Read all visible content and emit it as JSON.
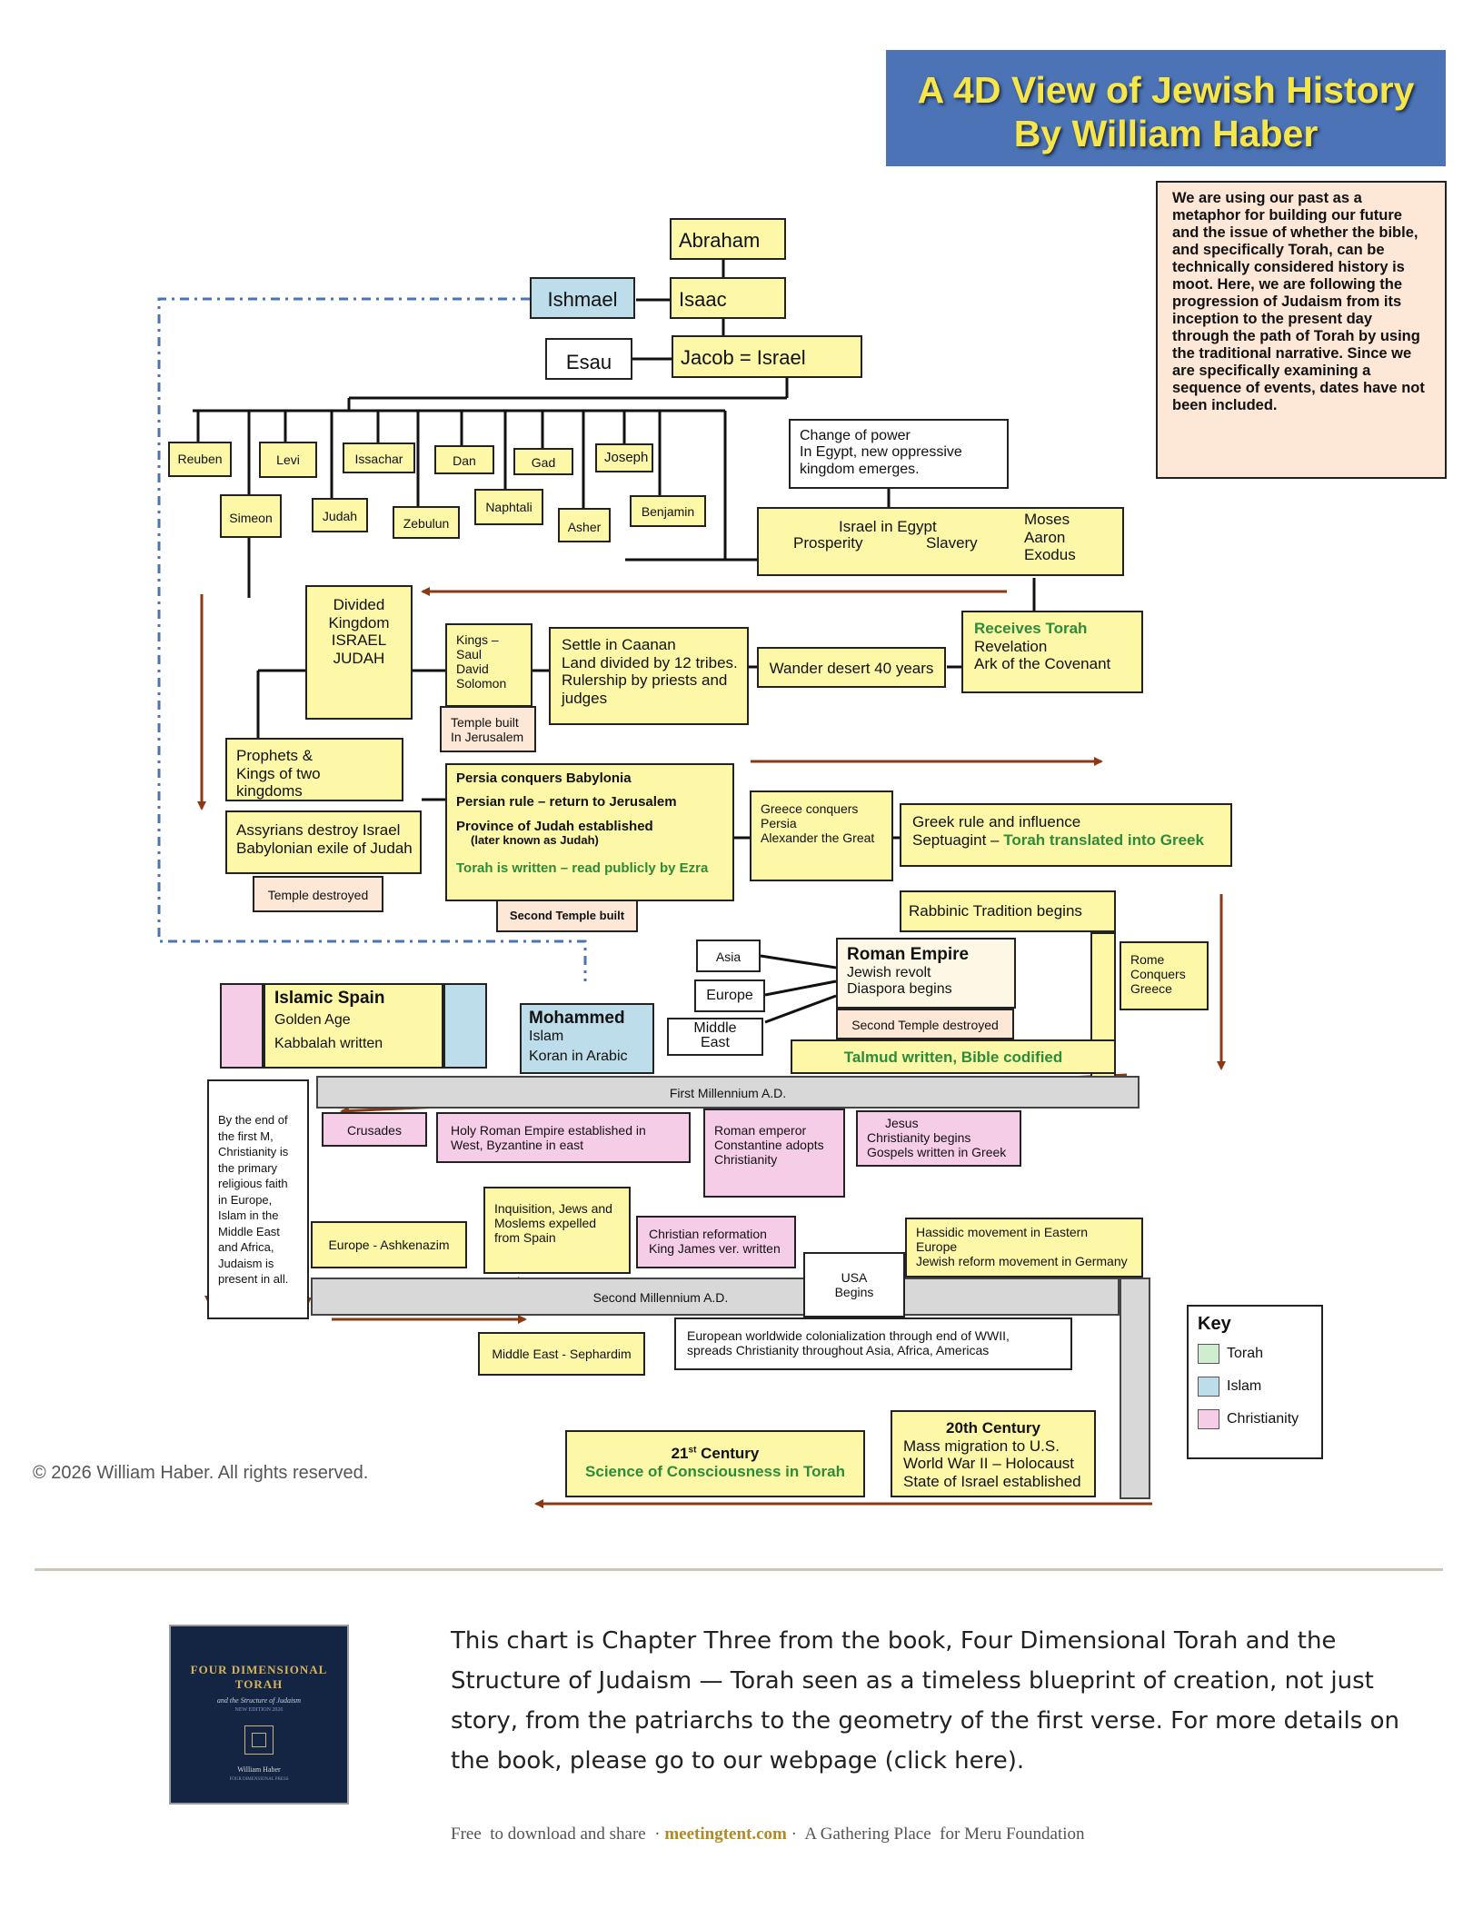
{
  "title": {
    "line1": "A 4D View of Jewish History",
    "line2": "By William Haber"
  },
  "intro_note": "We are using our past as a metaphor for building our future and the issue of whether the bible, and specifically Torah, can be technically considered history is moot. Here, we are following the progression of Judaism from its inception to the present day through the path of Torah by using the traditional narrative. Since we are specifically examining a sequence of events, dates have not been included.",
  "patriarchs": {
    "abraham": "Abraham",
    "ishmael": "Ishmael",
    "isaac": "Isaac",
    "esau": "Esau",
    "jacob": "Jacob = Israel"
  },
  "tribes": {
    "reuben": "Reuben",
    "levi": "Levi",
    "issachar": "Issachar",
    "dan": "Dan",
    "gad": "Gad",
    "joseph": "Joseph",
    "simeon": "Simeon",
    "judah": "Judah",
    "zebulun": "Zebulun",
    "naphtali": "Naphtali",
    "asher": "Asher",
    "benjamin": "Benjamin"
  },
  "egypt": {
    "change": [
      "Change of power",
      "In Egypt, new oppressive",
      "kingdom emerges."
    ],
    "israel_in_egypt": "Israel in Egypt",
    "prosperity": "Prosperity",
    "slavery": "Slavery",
    "moses": [
      "Moses",
      "Aaron",
      "Exodus"
    ]
  },
  "sinai": {
    "receives": "Receives Torah",
    "revelation": "Revelation",
    "ark": "Ark of the Covenant"
  },
  "wander": "Wander desert 40 years",
  "settle": [
    "Settle in Caanan",
    "Land divided by 12 tribes.",
    "Rulership by priests and",
    "judges"
  ],
  "kings": [
    "Kings –",
    "Saul",
    "David",
    "Solomon"
  ],
  "temple_built": [
    "Temple built",
    "In Jerusalem"
  ],
  "divided": [
    "Divided",
    "Kingdom",
    "",
    "ISRAEL",
    "",
    "JUDAH"
  ],
  "prophets": [
    "Prophets &",
    "Kings of two",
    "kingdoms"
  ],
  "assyrians": [
    "Assyrians destroy Israel",
    "Babylonian exile of Judah"
  ],
  "temple_destroyed": "Temple destroyed",
  "persia": {
    "line1": "Persia conquers Babylonia",
    "line2": "Persian rule – return to Jerusalem",
    "line3": "Province of Judah established",
    "line4": "(later known as Judah)",
    "line5": "Torah is written – read publicly by Ezra"
  },
  "second_temple_built": "Second Temple built",
  "greece_conquers": [
    "Greece conquers",
    "Persia",
    "Alexander the Great"
  ],
  "greek_rule": {
    "line1": "Greek rule and influence",
    "line2_prefix": "Septuagint – ",
    "line2_green": "Torah translated into Greek"
  },
  "rabbinic": "Rabbinic Tradition begins",
  "rome_greece": [
    "Rome",
    "Conquers",
    "Greece"
  ],
  "regions": {
    "asia": "Asia",
    "europe": "Europe",
    "middle_east": [
      "Middle",
      "East"
    ]
  },
  "roman": {
    "title": "Roman Empire",
    "line1": "Jewish revolt",
    "line2": "Diaspora begins"
  },
  "second_temple_destroyed": "Second Temple destroyed",
  "talmud": "Talmud written, Bible codified",
  "islamic_spain": {
    "title": "Islamic Spain",
    "line1": "Golden Age",
    "line2": "Kabbalah written"
  },
  "mohammed": {
    "title": "Mohammed",
    "line1": "Islam",
    "line2": "Koran in Arabic"
  },
  "first_millennium": "First Millennium A.D.",
  "second_millennium": "Second Millennium A.D.",
  "by_end": "By the end of the first M, Christianity is the primary religious faith in Europe, Islam in the Middle East and Africa, Judaism is present in all.",
  "crusades": "Crusades",
  "holy_roman": [
    "Holy Roman Empire established in",
    "West, Byzantine in east"
  ],
  "constantine": [
    "Roman emperor",
    "Constantine adopts",
    "Christianity"
  ],
  "jesus": [
    "Jesus",
    "Christianity begins",
    "Gospels written in Greek"
  ],
  "europe_ashkenazim": "Europe - Ashkenazim",
  "inquisition": [
    "Inquisition, Jews and",
    "Moslems expelled",
    "from Spain"
  ],
  "reformation": [
    "Christian reformation",
    "King James ver. written"
  ],
  "usa": [
    "USA",
    "Begins"
  ],
  "hassidic": [
    "Hassidic movement in Eastern",
    "Europe",
    "Jewish reform movement in Germany"
  ],
  "sephardim": "Middle East - Sephardim",
  "colonial": [
    "European worldwide colonialization through end of WWII,",
    "spreads Christianity throughout Asia, Africa, Americas"
  ],
  "century21": {
    "title": "21",
    "sup": "st",
    "title_rest": " Century",
    "green": "Science of Consciousness in Torah"
  },
  "century20": [
    "20th Century",
    "Mass migration to U.S.",
    "World War II – Holocaust",
    "State of Israel established"
  ],
  "key": {
    "title": "Key",
    "items": [
      {
        "label": "Torah",
        "color": "#cfeecf"
      },
      {
        "label": "Islam",
        "color": "#bcdde9"
      },
      {
        "label": "Christianity",
        "color": "#f6cde6"
      }
    ]
  },
  "copyright": "© 2026 William Haber. All rights reserved.",
  "book_cover": {
    "title": [
      "FOUR DIMENSIONAL",
      "TORAH"
    ],
    "subtitle": "and the Structure of Judaism",
    "edition": "NEW EDITION 2026",
    "author": "William Haber",
    "publisher": "FOUR DIMENSIONAL PRESS"
  },
  "book_blurb": "This chart is Chapter Three from the book, Four Dimensional Torah and the Structure of Judaism — Torah seen as a timeless blueprint of creation, not just story, from the patriarchs to the geometry of the first verse. For more details on the book, please go to our webpage (click here).",
  "footer": {
    "left": "Free  to download and share  ·",
    "link": "meetingtent.com",
    "right": " ·  A Gathering Place  for Meru Foundation"
  }
}
